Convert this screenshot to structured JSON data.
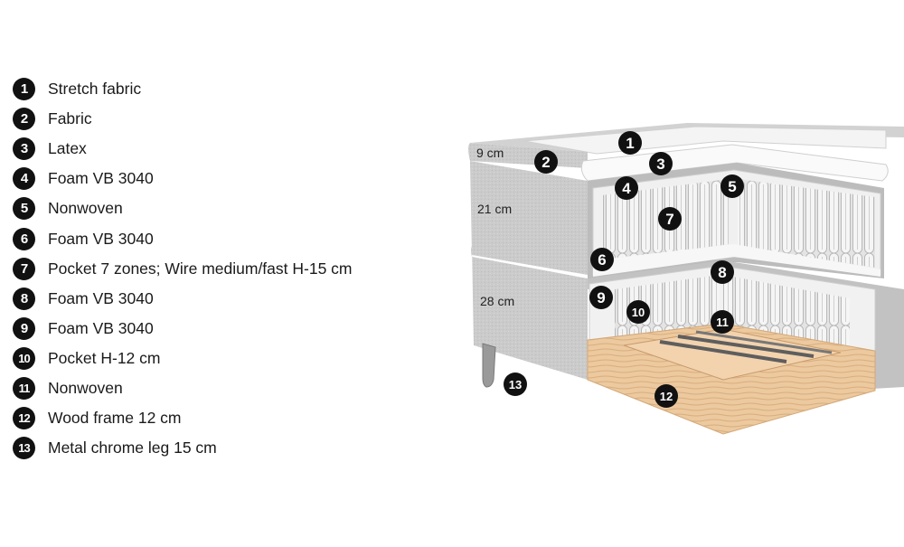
{
  "legend": [
    {
      "num": "1",
      "label": "Stretch fabric"
    },
    {
      "num": "2",
      "label": "Fabric"
    },
    {
      "num": "3",
      "label": "Latex"
    },
    {
      "num": "4",
      "label": "Foam VB 3040"
    },
    {
      "num": "5",
      "label": "Nonwoven"
    },
    {
      "num": "6",
      "label": "Foam VB 3040"
    },
    {
      "num": "7",
      "label": "Pocket 7 zones; Wire medium/fast H-15 cm"
    },
    {
      "num": "8",
      "label": "Foam VB 3040"
    },
    {
      "num": "9",
      "label": "Foam VB 3040"
    },
    {
      "num": "10",
      "label": "Pocket H-12 cm"
    },
    {
      "num": "11",
      "label": "Nonwoven"
    },
    {
      "num": "12",
      "label": "Wood frame 12 cm"
    },
    {
      "num": "13",
      "label": "Metal chrome leg 15 cm"
    }
  ],
  "dimensions": {
    "top": "9 cm",
    "middle": "21 cm",
    "bottom": "28 cm"
  },
  "callouts": {
    "c1": "1",
    "c2": "2",
    "c3": "3",
    "c4": "4",
    "c5": "5",
    "c6": "6",
    "c7": "7",
    "c8": "8",
    "c9": "9",
    "c10": "10",
    "c11": "11",
    "c12": "12",
    "c13": "13"
  },
  "colors": {
    "fabric": "#c9c9c9",
    "fabric_dark": "#b3b3b3",
    "foam": "#f2f2f2",
    "spring": "#d9d9d9",
    "wood": "#e8c49a",
    "wood_dark": "#d4a877",
    "badge": "#111111"
  }
}
